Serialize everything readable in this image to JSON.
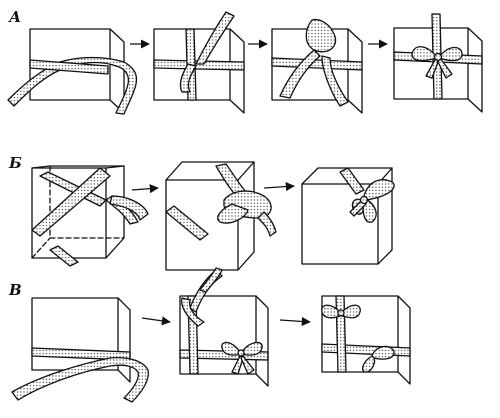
{
  "rows": [
    {
      "label": "А",
      "steps": 4
    },
    {
      "label": "Б",
      "steps": 3
    },
    {
      "label": "В",
      "steps": 3
    }
  ],
  "colors": {
    "ink": "#111111",
    "paper": "#ffffff",
    "ribbon_dots": "#111111"
  },
  "icons": [
    "box-icon",
    "ribbon-icon",
    "bow-icon",
    "arrow-right-icon"
  ]
}
